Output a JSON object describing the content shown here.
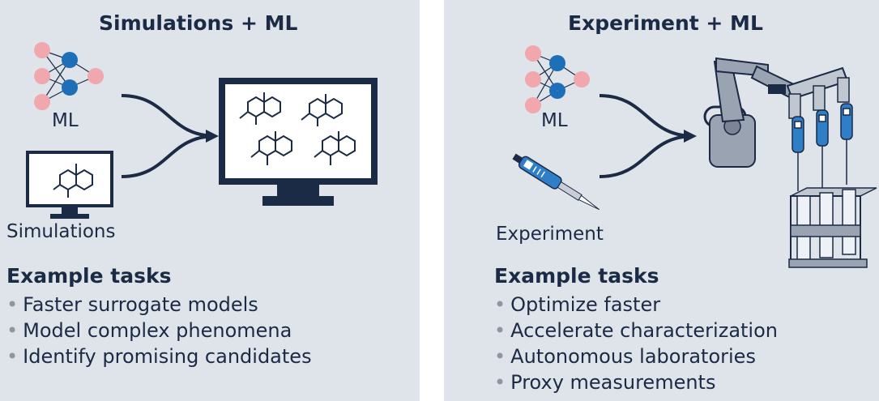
{
  "left": {
    "title": "Simulations + ML",
    "ml_label": "ML",
    "source_label": "Simulations",
    "tasks_heading": "Example tasks",
    "tasks": [
      "Faster surrogate models",
      "Model complex phenomena",
      "Identify promising candidates"
    ]
  },
  "right": {
    "title": "Experiment + ML",
    "ml_label": "ML",
    "source_label": "Experiment",
    "tasks_heading": "Example tasks",
    "tasks": [
      "Optimize faster",
      "Accelerate characterization",
      "Autonomous laboratories",
      "Proxy measurements"
    ]
  },
  "colors": {
    "panel": "#dfe4ea",
    "navy": "#1b2a45",
    "input_node": "#f0a7ad",
    "hidden_node": "#1f6fb8",
    "pipette": "#2f7fc8",
    "robot": "#9aa3b2"
  },
  "icons": [
    "neural-network-icon",
    "molecule-icon",
    "computer-monitor-icon",
    "pipette-icon",
    "robot-arm-icon",
    "test-tube-rack-icon",
    "merge-arrow-icon"
  ]
}
